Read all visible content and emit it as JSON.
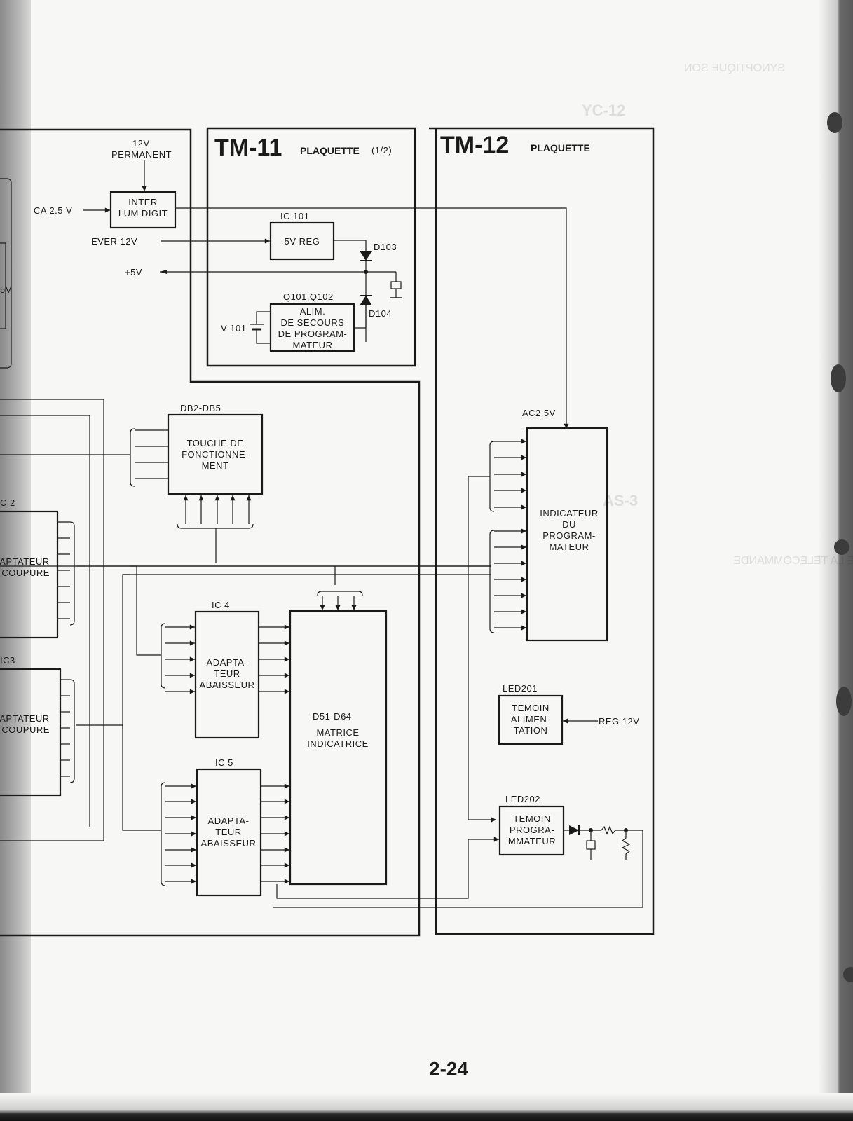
{
  "page_number": "2-24",
  "boards": {
    "tm11": {
      "title": "TM-11",
      "subtitle": "PLAQUETTE",
      "fraction": "(1/2)"
    },
    "tm12": {
      "title": "TM-12",
      "subtitle": "PLAQUETTE"
    }
  },
  "signals": {
    "permanent_12v": [
      "12V",
      "PERMANENT"
    ],
    "ca_25v": "CA 2.5 V",
    "ever_12v": "EVER 12V",
    "plus_5v": "+5V",
    "ac_25v": "AC2.5V",
    "reg_12v": "REG 12V",
    "v101": "V 101"
  },
  "blocks": {
    "inter_lum": {
      "lines": [
        "INTER",
        "LUM DIGIT"
      ]
    },
    "ic101": {
      "ref": "IC 101",
      "lines": [
        "5V REG"
      ]
    },
    "q101": {
      "ref": "Q101,Q102",
      "lines": [
        "ALIM.",
        "DE SECOURS",
        "DE PROGRAM-",
        "MATEUR"
      ]
    },
    "db2": {
      "ref": "DB2-DB5",
      "lines": [
        "TOUCHE DE",
        "FONCTIONNE-",
        "MENT"
      ]
    },
    "ic2": {
      "ref": "C 2",
      "lines": [
        "DAPTATEUR",
        "E COUPURE"
      ]
    },
    "ic3": {
      "ref": "IC3",
      "lines": [
        "DAPTATEUR",
        "E COUPURE"
      ]
    },
    "ic4": {
      "ref": "IC 4",
      "lines": [
        "ADAPTA-",
        "TEUR",
        "ABAISSEUR"
      ]
    },
    "ic5": {
      "ref": "IC 5",
      "lines": [
        "ADAPTA-",
        "TEUR",
        "ABAISSEUR"
      ]
    },
    "d51": {
      "ref": "D51-D64",
      "lines": [
        "MATRICE",
        "INDICATRICE"
      ]
    },
    "indicateur": {
      "lines": [
        "INDICATEUR",
        "DU",
        "PROGRAM-",
        "MATEUR"
      ]
    },
    "led201": {
      "ref": "LED201",
      "lines": [
        "TEMOIN",
        "ALIMEN-",
        "TATION"
      ]
    },
    "led202": {
      "ref": "LED202",
      "lines": [
        "TEMOIN",
        "PROGRA-",
        "MMATEUR"
      ]
    }
  },
  "components": {
    "d103": "D103",
    "d104": "D104",
    "left_partial": "5V"
  },
  "ghost_text": {
    "top": "SYNOPTIQUE SON",
    "mid": "DIAGRAMME OF TEMPS DE LA TELECOMMANDE",
    "as3": "AS-3",
    "yc12": "YC-12"
  }
}
